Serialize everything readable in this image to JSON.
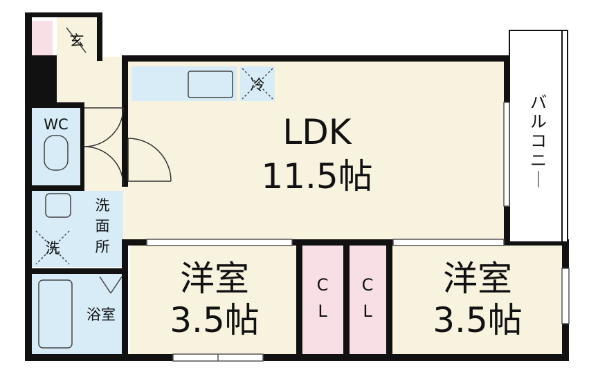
{
  "rooms": {
    "ldk": {
      "name": "LDK",
      "size": "11.5帖"
    },
    "western_left": {
      "name": "洋室",
      "size": "3.5帖"
    },
    "western_right": {
      "name": "洋室",
      "size": "3.5帖"
    },
    "entrance": "玄",
    "toilet": "WC",
    "washroom": "洗面所",
    "washer": "洗",
    "bath": "浴室",
    "fridge": "冷",
    "closet_left": "CL",
    "closet_right": "CL",
    "balcony": "バルコニー"
  },
  "colors": {
    "ldk_floor": "#f8f3df",
    "wet_area": "#d7ecf7",
    "closet": "#f8dfe6",
    "hall": "#f8f3df",
    "wall": "#111111"
  }
}
